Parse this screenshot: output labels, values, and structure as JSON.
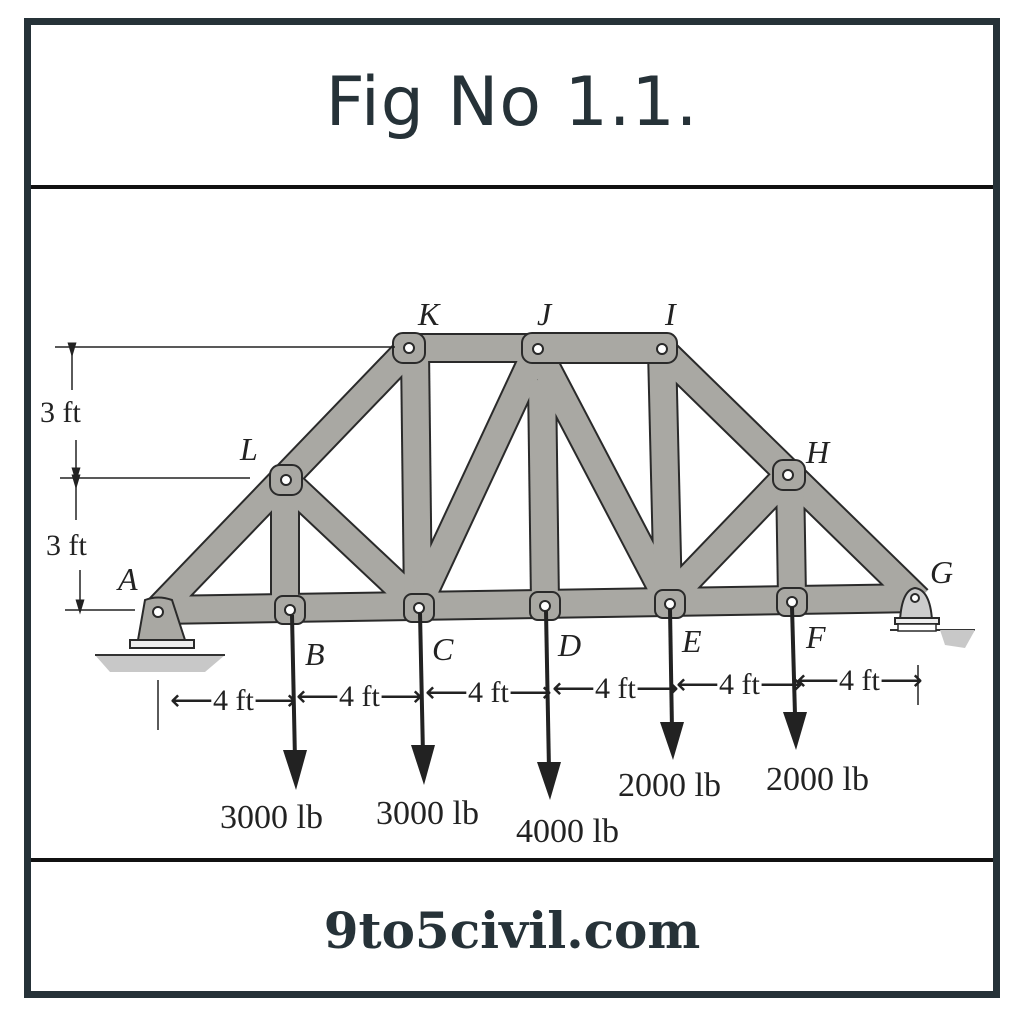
{
  "figure": {
    "title": "Fig No 1.1.",
    "footer": "9to5civil.com"
  },
  "colors": {
    "border": "#263238",
    "member_fill": "#a9a8a3",
    "member_stroke": "#2a2a2a"
  },
  "truss": {
    "joints": {
      "A": "A",
      "B": "B",
      "C": "C",
      "D": "D",
      "E": "E",
      "F": "F",
      "G": "G",
      "H": "H",
      "I": "I",
      "J": "J",
      "K": "K",
      "L": "L"
    },
    "heights": {
      "upper": "3 ft",
      "lower": "3 ft"
    },
    "spans": [
      "4 ft",
      "4 ft",
      "4 ft",
      "4 ft",
      "4 ft",
      "4 ft"
    ],
    "loads": [
      {
        "joint": "B",
        "label": "3000 lb"
      },
      {
        "joint": "C",
        "label": "3000 lb"
      },
      {
        "joint": "D",
        "label": "4000 lb"
      },
      {
        "joint": "E",
        "label": "2000 lb"
      },
      {
        "joint": "F",
        "label": "2000 lb"
      }
    ]
  }
}
